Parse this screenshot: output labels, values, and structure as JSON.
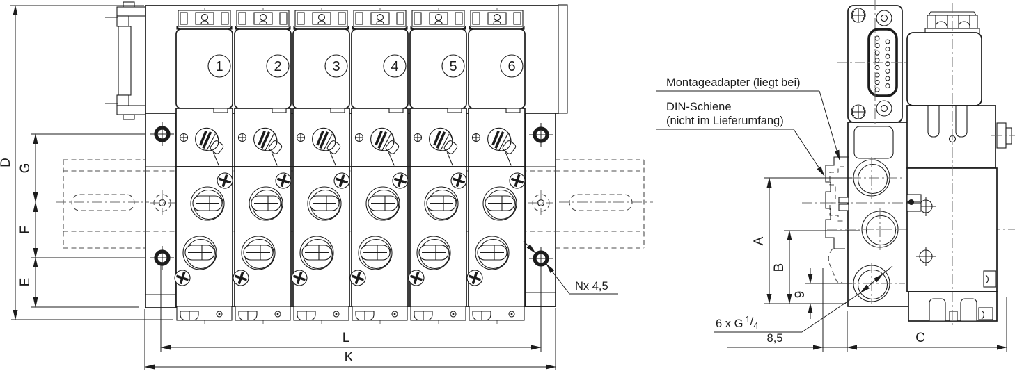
{
  "front_view": {
    "stations": [
      "1",
      "2",
      "3",
      "4",
      "5",
      "6"
    ],
    "dim_d": "D",
    "dim_g": "G",
    "dim_f": "F",
    "dim_e": "E",
    "dim_l": "L",
    "dim_k": "K",
    "hole_note": "Nx 4,5"
  },
  "side_view": {
    "note_adapter": "Montageadapter (liegt bei)",
    "note_rail_line1": "DIN-Schiene",
    "note_rail_line2": "(nicht im Lieferumfang)",
    "dim_a": "A",
    "dim_b": "B",
    "dim_9": "9",
    "dim_85": "8,5",
    "dim_c": "C",
    "port_note_prefix": "6 x G",
    "port_note_sup": "1",
    "port_note_slash": "/",
    "port_note_sub": "4"
  },
  "colors": {
    "line": "#1c1c1c",
    "centerline": "#6b6b6b",
    "background": "#ffffff"
  }
}
